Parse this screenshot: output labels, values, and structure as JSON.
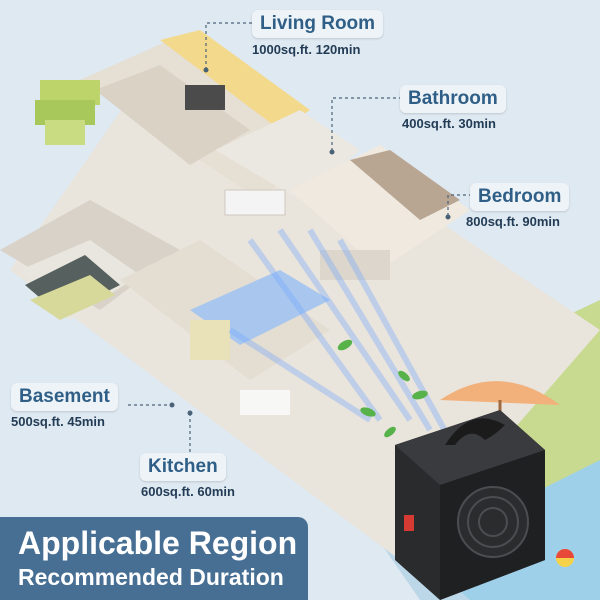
{
  "rooms": [
    {
      "name": "Living Room",
      "detail": "1000sq.ft. 120min"
    },
    {
      "name": "Bathroom",
      "detail": "400sq.ft. 30min"
    },
    {
      "name": "Bedroom",
      "detail": "800sq.ft. 90min"
    },
    {
      "name": "Basement",
      "detail": "500sq.ft. 45min"
    },
    {
      "name": "Kitchen",
      "detail": "600sq.ft. 60min"
    }
  ],
  "banner": {
    "title": "Applicable Region",
    "subtitle": "Recommended Duration"
  },
  "colors": {
    "label_text": "#2f5f86",
    "banner_bg": "#3a648c",
    "airflow": "#6fa6ff"
  },
  "icons": [
    "ozone-generator-icon",
    "fan-grille-icon",
    "leaf-icon",
    "umbrella-icon",
    "car-icon",
    "tree-icon"
  ]
}
